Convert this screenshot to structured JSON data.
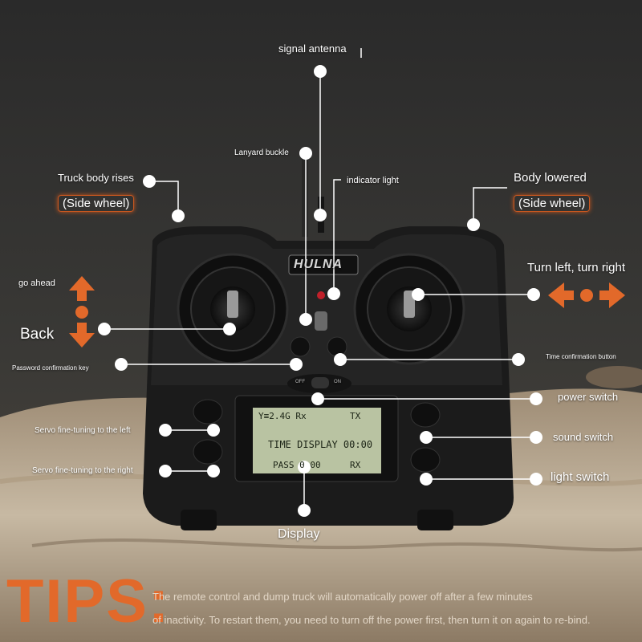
{
  "brand": "HULNA",
  "labels": {
    "signal_antenna": "signal antenna",
    "lanyard_buckle": "Lanyard buckle",
    "indicator_light": "indicator light",
    "truck_body_rises": "Truck body rises",
    "side_wheel_left": "(Side wheel)",
    "body_lowered": "Body lowered",
    "side_wheel_right": "(Side wheel)",
    "go_ahead": "go ahead",
    "back": "Back",
    "turn_left_right": "Turn left, turn right",
    "password_key": "Password confirmation key",
    "time_button": "Time confirmation button",
    "power_switch": "power switch",
    "servo_left": "Servo fine-tuning to the left",
    "sound_switch": "sound switch",
    "servo_right": "Servo fine-tuning to the right",
    "light_switch": "light switch",
    "display": "Display"
  },
  "switch": {
    "off": "OFF",
    "on": "ON"
  },
  "lcd": {
    "top_left": "Y≡2.4G Rx",
    "top_right": "TX",
    "middle": "TIME DISPLAY 00:00",
    "bottom_left": "PASS 0 00",
    "bottom_right": "RX"
  },
  "tips": {
    "heading": "TIPS:",
    "line1": "The remote control and dump truck will automatically power off after a few minutes",
    "line2": "of inactivity. To restart them, you need to turn off the power first, then turn it on again to re-bind."
  },
  "colors": {
    "accent": "#e2692a",
    "background": "#2b2b2b",
    "lcd": "#b9c3a2"
  }
}
